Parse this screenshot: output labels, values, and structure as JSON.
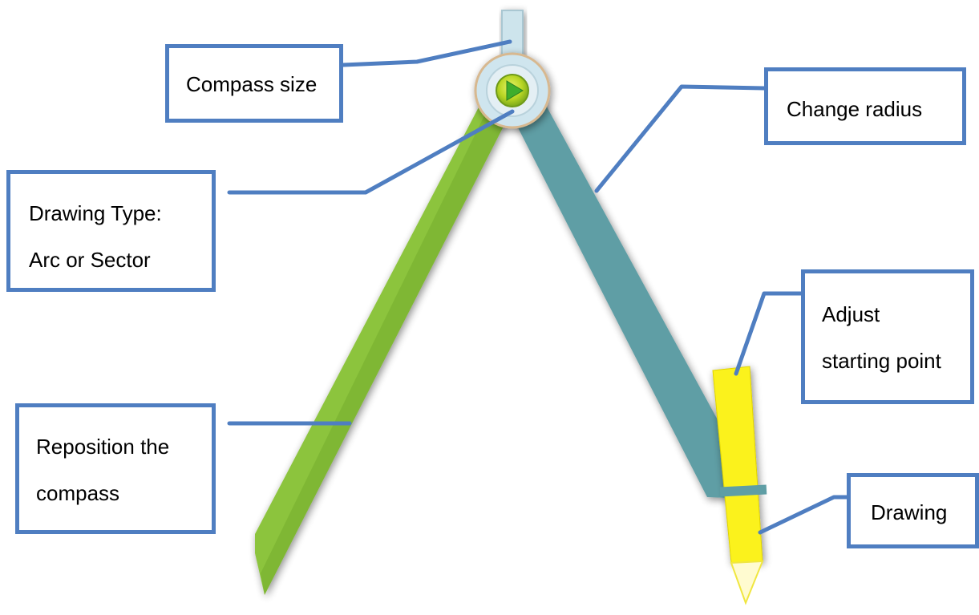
{
  "callouts": {
    "compass_size": {
      "label": "Compass size"
    },
    "change_radius": {
      "label": "Change radius"
    },
    "drawing_type": {
      "line1": "Drawing Type:",
      "line2": "Arc or Sector"
    },
    "adjust_start": {
      "line1": "Adjust",
      "line2": "starting point"
    },
    "reposition": {
      "line1": "Reposition the",
      "line2": "compass"
    },
    "drawing": {
      "label": "Drawing"
    }
  },
  "colors": {
    "callout_border": "#4f7ec1",
    "leader_line": "#4f7ec1",
    "left_leg": "#8cc43c",
    "right_leg": "#5f9ea5",
    "pencil": "#fbf21c",
    "handle": "#cde4ec",
    "hinge_button": "#3fae2c"
  }
}
